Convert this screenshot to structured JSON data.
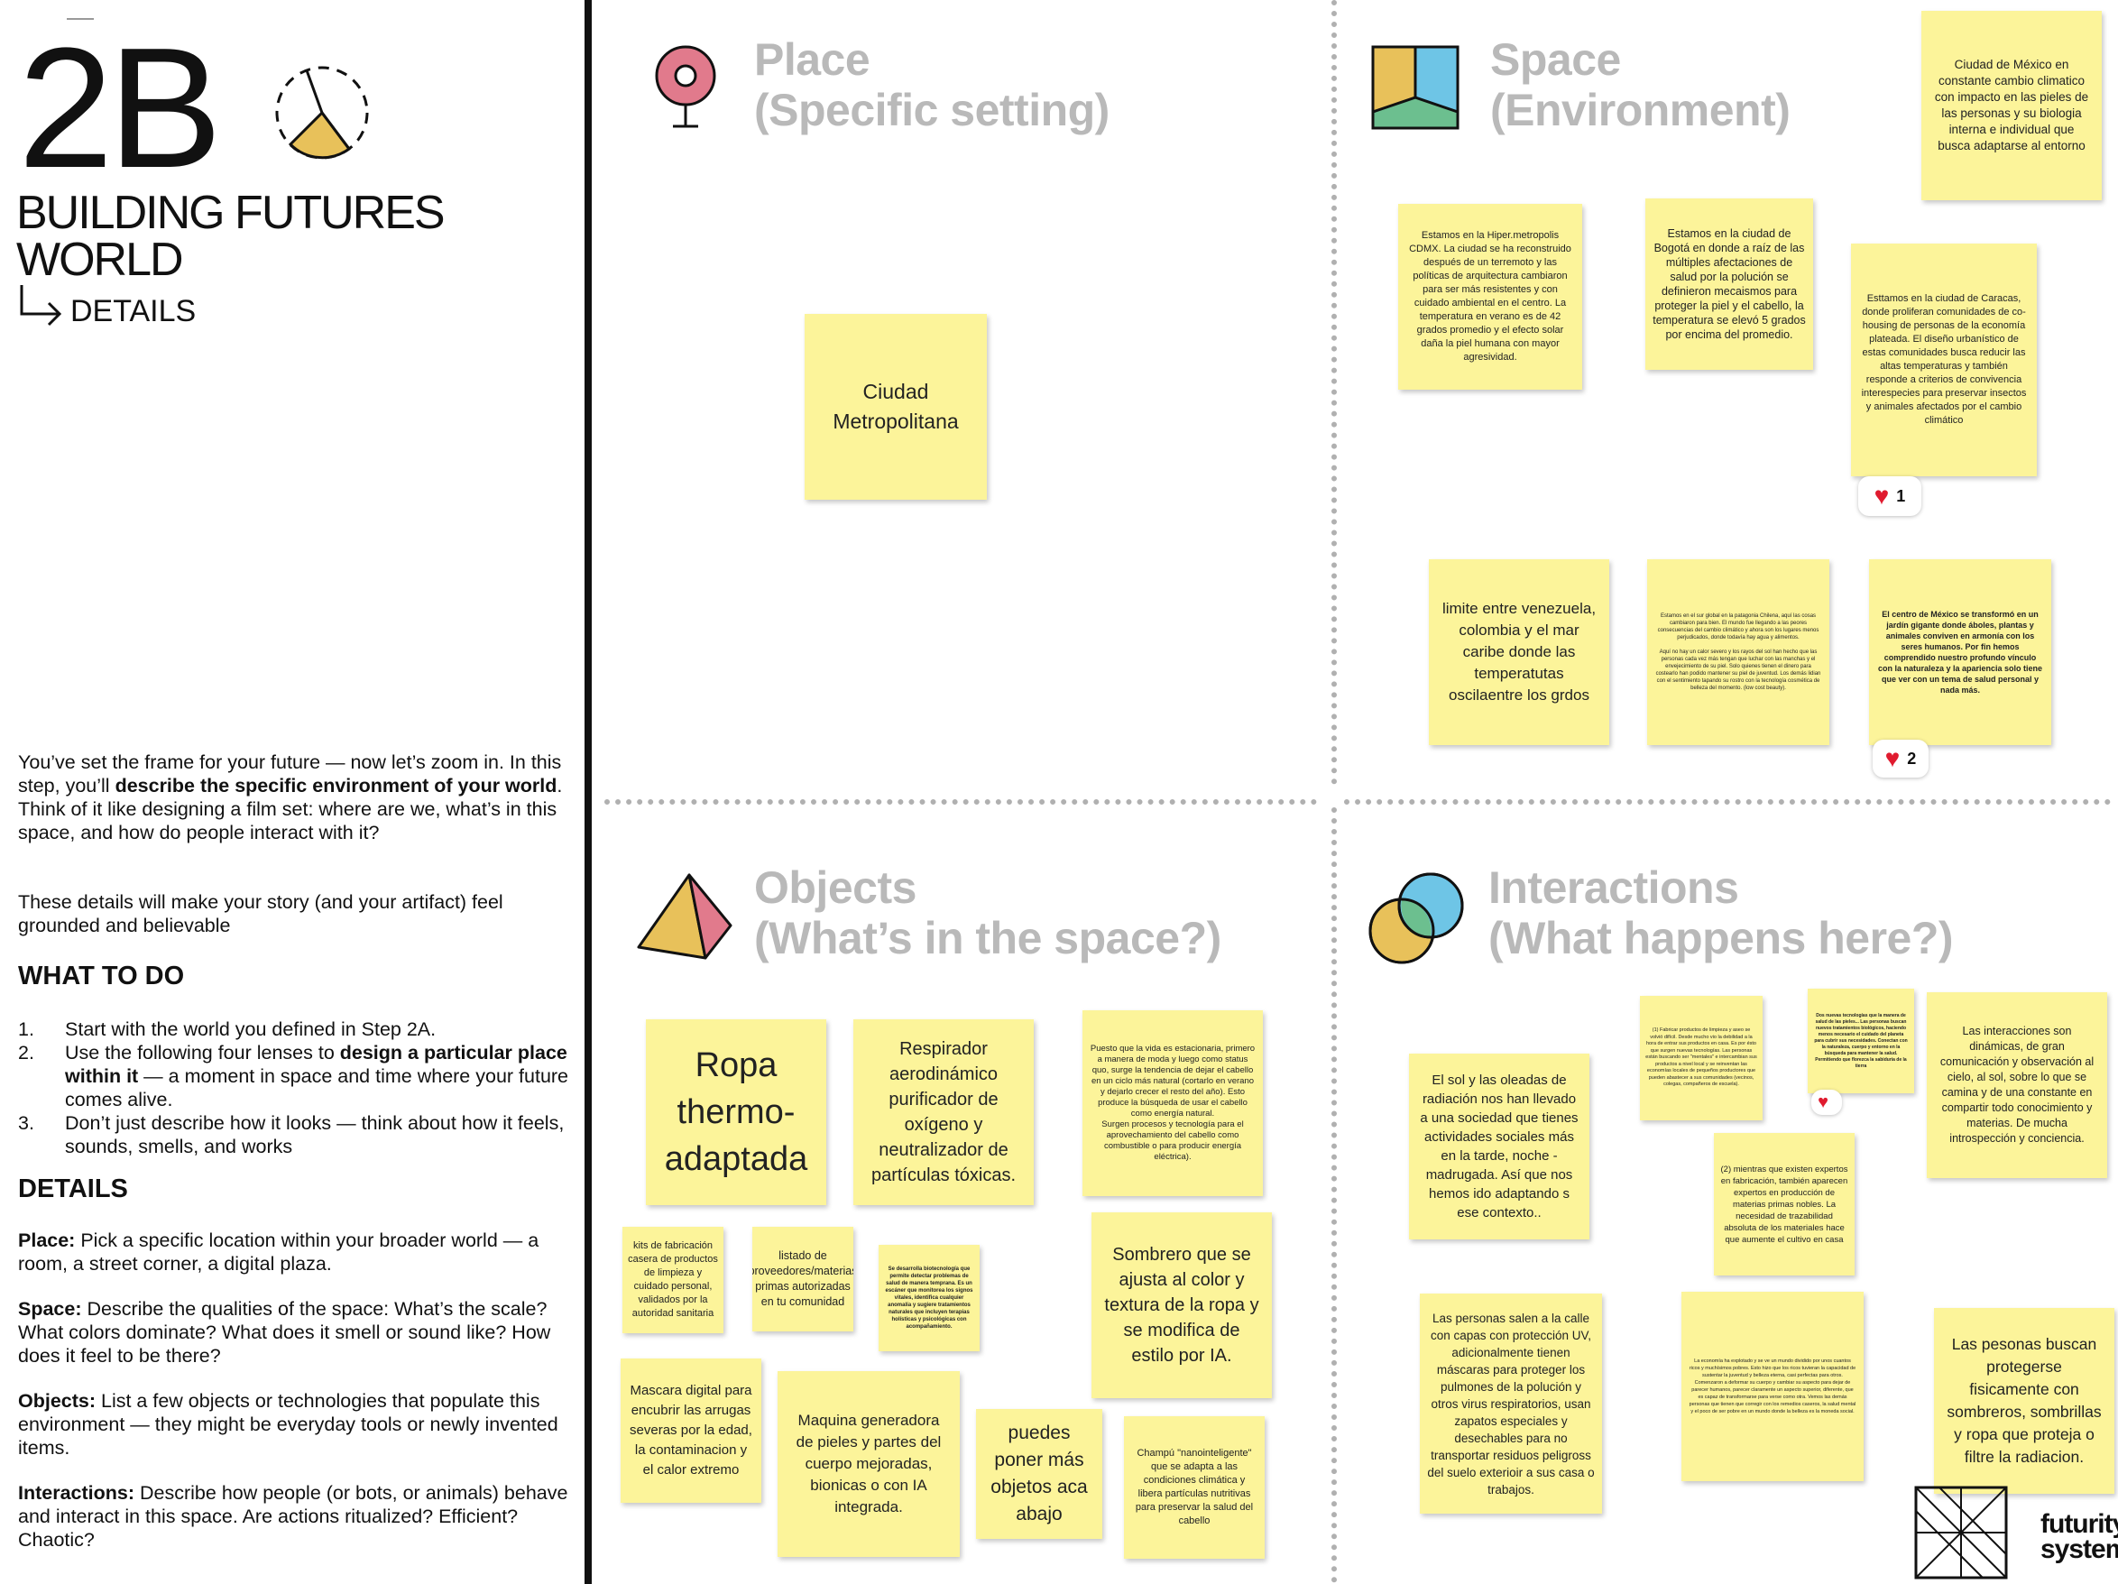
{
  "header": {
    "code": "2B",
    "title_line1": "BUILDING FUTURES",
    "title_line2": "WORLD",
    "subtitle": "DETAILS"
  },
  "intro": {
    "p1_a": "You’ve set the frame for your future — now let’s zoom in. In this step, you’ll ",
    "p1_bold": "describe the specific environment of your world",
    "p1_b": ". Think of it like designing a film set: where are we, what’s in this space, and how do people interact with it?",
    "p2": "These details will make your story (and your artifact) feel grounded and believable"
  },
  "what_to_do": {
    "heading": "WHAT TO DO",
    "steps": [
      {
        "num": "1.",
        "a": "Start with the world you defined in Step 2A.",
        "bold": "",
        "b": ""
      },
      {
        "num": "2.",
        "a": "Use the following four lenses to ",
        "bold": "design a particular place within it",
        "b": " — a moment in space and time where your future comes alive."
      },
      {
        "num": "3.",
        "a": "Don’t just describe how it looks — think about how it feels, sounds, smells, and works",
        "bold": "",
        "b": ""
      }
    ]
  },
  "details": {
    "heading": "DETAILS",
    "items": [
      {
        "label": "Place:",
        "text": " Pick a specific location within your broader world — a room, a street corner, a digital plaza."
      },
      {
        "label": "Space:",
        "text": " Describe the qualities of the space: What’s the scale? What colors dominate? What does it smell or sound like? How does it feel to be there?"
      },
      {
        "label": "Objects:",
        "text": " List a few objects or technologies that populate this environment — they might be everyday tools or newly invented items."
      },
      {
        "label": "Interactions:",
        "text": " Describe how people (or bots, or animals) behave and interact in this space. Are actions ritualized? Efficient? Chaotic?"
      }
    ]
  },
  "quadrants": {
    "place": {
      "line1": "Place",
      "line2": "(Specific setting)",
      "icon": "pin-icon"
    },
    "space": {
      "line1": "Space",
      "line2": "(Environment)",
      "icon": "square-segments-icon"
    },
    "objects": {
      "line1": "Objects",
      "line2": "(What’s in the space?)",
      "icon": "pyramid-icon"
    },
    "interactions": {
      "line1": "Interactions",
      "line2": "(What happens here?)",
      "icon": "venn-icon"
    }
  },
  "notes": {
    "place_1": "Ciudad Metropolitana",
    "space_1": "Ciudad de México en constante cambio climatico con impacto en las pieles de las personas y su biologia interna e individual que busca adaptarse al entorno",
    "space_2": "Estamos en la Hiper.metropolis CDMX. La ciudad se ha reconstruido después de un terremoto y las políticas de arquitectura cambiaron para ser más resistentes y con cuidado ambiental en el centro. La temperatura en verano es de 42 grados promedio y el efecto solar daña la piel humana con mayor agresividad.",
    "space_3": "Estamos en la ciudad de Bogotá en donde a raíz de las múltiples afectaciones de salud por la polución se definieron mecaismos para proteger la piel y el cabello, la temperatura se elevó 5 grados por encima del promedio.",
    "space_4": "Esttamos en la ciudad de Caracas, donde proliferan comunidades de co-housing de personas de la economía plateada. El diseño urbanístico de estas comunidades busca reducir las altas temperaturas y también responde a criterios de convivencia interespecies para preservar insectos y animales afectados por el cambio climático",
    "space_5": "limite entre venezuela, colombia y el mar caribe donde las temperatutas oscilaentre los grdos",
    "space_6": "Estamos en el sur global en la patagonia Chilena, aquí las cosas cambiaron para bien. El mundo fue llegando a las peores consecuencias del cambio climático y ahora son los lugares menos perjudicados, donde todavía hay agua y alimentos.\n\nAquí no hay un calor severo y los rayos del sol han hecho que las personas cada vez más tengan que luchar con las manchas y el envejecimiento de su piel. Solo quienes tienen el dinero para costearlo han podido mantener su piel de juventud. Los demás lidian con el sentimiento tapando su rostro con la tecnología cosmética de belleza del momento. (low cost beauty).",
    "space_7": "El centro de México se transformó en un jardín gigante donde áboles, plantas y animales conviven en armonía con los seres humanos. Por fin hemos comprendido nuestro profundo vínculo con la naturaleza y la apariencia solo tiene que ver con un tema de salud personal y nada más.",
    "obj_1": "Ropa thermo-adaptada",
    "obj_2": "Respirador aerodinámico purificador de oxígeno y neutralizador de partículas tóxicas.",
    "obj_3": "Puesto que la vida es estacionaria, primero a manera de moda y luego como status quo, surge la tendencia de dejar el cabello en un ciclo más natural (cortarlo en verano y dejarlo crecer el resto del año). Esto produce la búsqueda de usar el cabello como energía natural.\nSurgen procesos y tecnología para el aprovechamiento del cabello como combustible o para producir energía eléctrica).",
    "obj_4": "kits de fabricación casera de productos de limpieza y cuidado personal, validados por la autoridad sanitaria",
    "obj_5": "listado de proveedores/materias primas autorizadas en tu comunidad",
    "obj_6": "Se desarrolla biotecnología que permite detectar problemas de salud de manera temprana. Es un escáner que monitorea los signos vitales, identifica cualquier anomalía y sugiere tratamientos naturales que incluyen terapias holísticas y psicológicas con acompañamiento.",
    "obj_7": "Sombrero que se ajusta al color y textura de la ropa y se modifica de estilo por IA.",
    "obj_8": "Mascara digital para encubrir las arrugas severas por la edad, la contaminacion y el calor extremo",
    "obj_9": "Maquina generadora de pieles y partes del cuerpo mejoradas, bionicas o con IA integrada.",
    "obj_10": "puedes poner más objetos aca abajo",
    "obj_11": "Champú \"nanointeligente\" que se adapta a las condiciones climática y libera partículas nutritivas para preservar la salud del cabello",
    "int_1": "(1) Fabricar productos de limpieza y aseo se volvió difícil. Desde mucho vio la debilidad a la hora de entrar sus productos en casa. Es por ésto que surgen nuevas tecnologías. Las personas están buscando ser \"mentales\" e intercambian sus productos a nivel local y se reinventan las economías locales de pequeños productores que pueden abastecer a sus comunidades (vecinos, colegas, compañeros de escuela).",
    "int_2": "Dos nuevas tecnologías que la manera de salud de las pieles... Las personas buscan nuevos tratamientos biológicos, haciendo menos necesario el cuidado del planeta para cubrir sus necesidades. Conectan con la naturaleza, cuerpo y entorno en la búsqueda para mantener la salud. Permitiendo que florezca la sabiduría de la tierra",
    "int_3": "Las interacciones son dinámicas, de gran comunicación y observación al cielo, al sol, sobre lo que se camina y de una constante en compartir todo conocimiento y materias. De mucha introspección y conciencia.",
    "int_4": "El sol y las oleadas de radiación nos han llevado a una sociedad que tienes actividades sociales más en la tarde, noche - madrugada. Así que nos hemos ido adaptando s ese contexto..",
    "int_5": "(2) mientras que existen expertos en fabricación, también aparecen expertos en producción de materias primas nobles. La necesidad de trazabilidad absoluta de los materiales hace que aumente el cultivo en casa",
    "int_6": "Las personas salen a la calle con capas con protección UV, adicionalmente tienen máscaras para proteger los pulmones de la polución y otros virus respiratorios, usan zapatos especiales y desechables para no transportar residuos peligross del suelo exterioir a sus casa o trabajos.",
    "int_7": "La economía ha explotado y se ve un mundo dividido por unos cuantos ricos y muchísimos pobres. Esto hizo que los ricos tuvieran la capacidad de sustentar la juventud y belleza eterna, casi perfectas para otros. Comenzaron a deformar su cuerpo y cambiar su aspecto para dejar de parecer humanos, parecer claramente un aspecto superior, diferente, que es capaz de transformarse para verse como otra. Vemos las demás personas que tienen que corregir con los remedios caseros, la salud mental y el poco de ser pobre en un mundo donde la belleza es la moneda social.",
    "int_8": "Las pesonas buscan protegerse fisicamente con sombreros, sombrillas y ropa que proteja o filtre la radiacion."
  },
  "reactions": {
    "r1": {
      "emoji": "heart-icon",
      "count": "1"
    },
    "r2": {
      "emoji": "heart-icon",
      "count": "2"
    },
    "r3": {
      "emoji": "heart-icon",
      "count": ""
    }
  },
  "brand": {
    "line1": "futurity",
    "line2": "systems"
  },
  "colors": {
    "yellow": "#e8c15a",
    "pink": "#e17a8c",
    "blue": "#6ec5e6",
    "green": "#6cbf8f",
    "note": "#fcf49a"
  }
}
